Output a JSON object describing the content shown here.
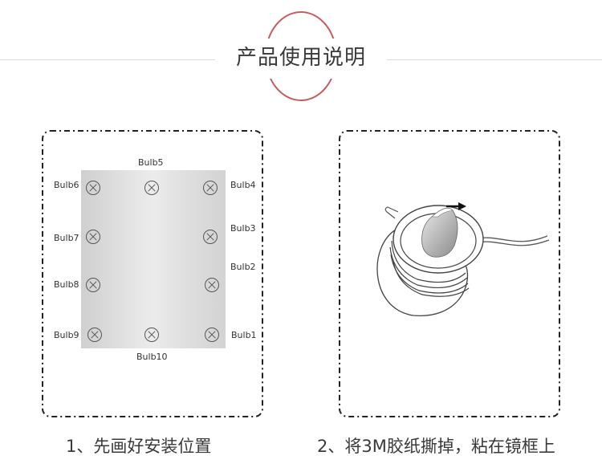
{
  "header": {
    "title": "产品使用说明"
  },
  "step1": {
    "caption": "1、先画好安装位置",
    "bulbs": {
      "bulb1": "Bulb1",
      "bulb2": "Bulb2",
      "bulb3": "Bulb3",
      "bulb4": "Bulb4",
      "bulb5": "Bulb5",
      "bulb6": "Bulb6",
      "bulb7": "Bulb7",
      "bulb8": "Bulb8",
      "bulb9": "Bulb9",
      "bulb10": "Bulb10"
    }
  },
  "step2": {
    "caption": "2、将3M胶纸撕掉，粘在镜框上"
  },
  "colors": {
    "accent": "#c85c5c",
    "text": "#3a3a3a",
    "divider": "#e6d7d7"
  }
}
